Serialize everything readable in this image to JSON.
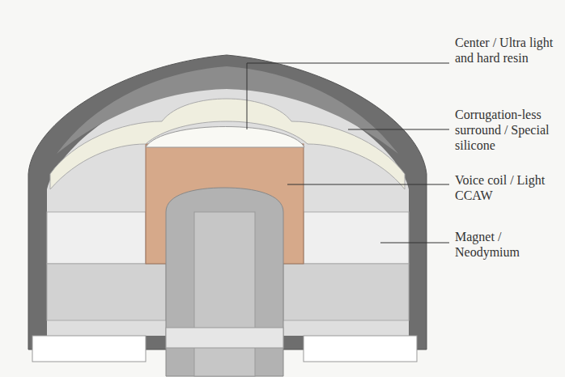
{
  "diagram": {
    "labels": [
      "Center / Ultra light and hard resin",
      "Corrugation-less surround / Special silicone",
      "Voice coil / Light CCAW",
      "Magnet / Neodymium"
    ]
  }
}
